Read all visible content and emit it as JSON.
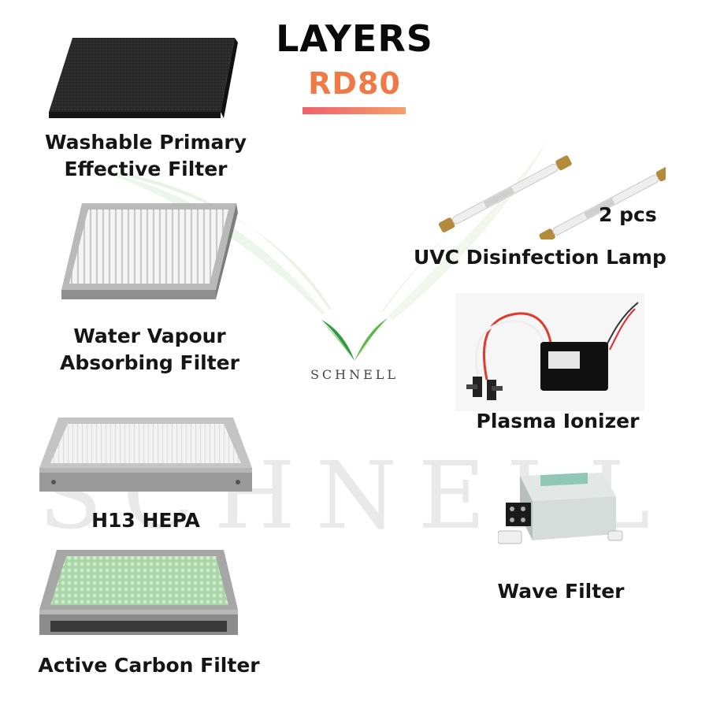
{
  "header": {
    "title": "LAYERS",
    "model": "RD80"
  },
  "brand": {
    "name": "SCHNELL",
    "watermark": "SCHNELL"
  },
  "filters": [
    {
      "label_line1": "Washable Primary",
      "label_line2": "Effective Filter"
    },
    {
      "label_line1": "Water Vapour",
      "label_line2": "Absorbing Filter"
    },
    {
      "label": "H13 HEPA"
    },
    {
      "label": "Active Carbon Filter"
    }
  ],
  "components": [
    {
      "label": "UVC Disinfection Lamp",
      "quantity": "2 pcs"
    },
    {
      "label": "Plasma Ionizer"
    },
    {
      "label": "Wave Filter"
    }
  ],
  "colors": {
    "accent": "#f07a45",
    "underline_start": "#ef5f6b",
    "underline_end": "#f5a06a",
    "leaf_green": "#3aa84a"
  }
}
